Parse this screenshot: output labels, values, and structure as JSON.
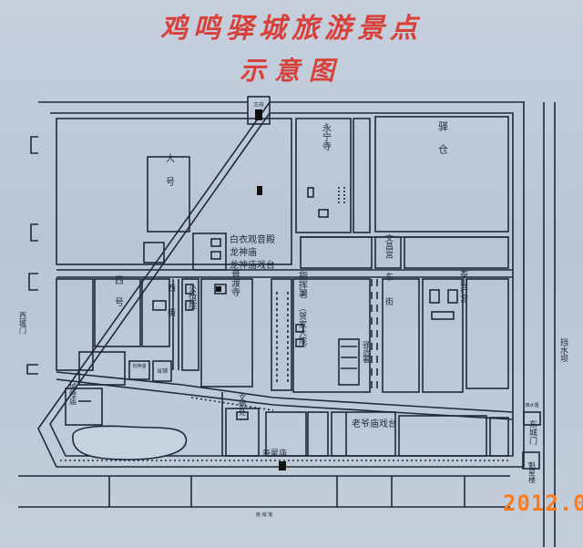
{
  "title_line1": "鸡鸣驿城旅游景点",
  "title_line2": "示意图",
  "photo_stamp": "2012.0",
  "labels": {
    "gate_top": "王府",
    "yongning_si": "永宁寺",
    "yi_cang": "驿仓",
    "da_hao": "大号",
    "baiyi": "白衣观音殿",
    "longshen": "龙神庙",
    "longshen_xitai": "龙神庙戏台",
    "wenchang": "文昌宫",
    "xi_hao": "西号",
    "xi_jie": "西街",
    "gongguan": "公馆院",
    "pudu": "普渡寺",
    "zhihui": "指挥署",
    "hejia": "（贺家大院）",
    "dong_jie": "东街",
    "yicheng": "驿丞署",
    "taishan": "泰山行宫",
    "xi_chengmen": "西城门",
    "chenghuang": "城隍庙",
    "caishen": "财神庙",
    "dang_pu": "当铺",
    "wenwu": "文物处",
    "laoye": "老爷庙戏台",
    "shouxing": "寿星庙",
    "dong_chengmen": "东城门",
    "kuixing": "魁星楼",
    "dang_shui": "挡水坝",
    "xishui": "西水堰",
    "bottom_road": "南 城 墙"
  }
}
